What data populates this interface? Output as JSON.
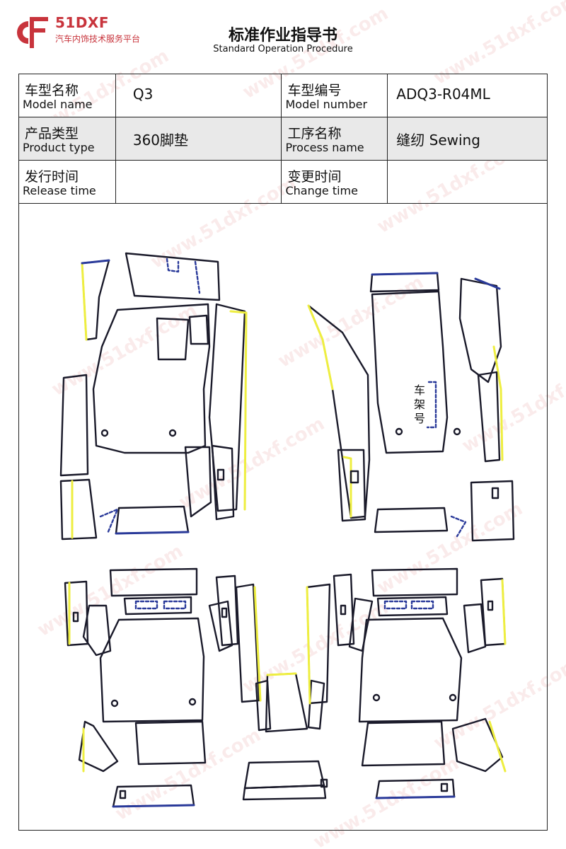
{
  "header": {
    "brand": "51DXF",
    "tagline": "汽车内饰技术服务平台",
    "title": "标准作业指导书",
    "subtitle": "Standard Operation Procedure"
  },
  "info": {
    "model_name_cn": "车型名称",
    "model_name_en": "Model name",
    "model_name_value": "Q3",
    "model_number_cn": "车型编号",
    "model_number_en": "Model number",
    "model_number_value": "ADQ3-R04ML",
    "product_type_cn": "产品类型",
    "product_type_en": "Product type",
    "product_type_value": "360脚垫",
    "process_name_cn": "工序名称",
    "process_name_en": "Process name",
    "process_name_value": "缝纫 Sewing",
    "release_time_cn": "发行时间",
    "release_time_en": "Release time",
    "release_time_value": "",
    "change_time_cn": "变更时间",
    "change_time_en": "Change time",
    "change_time_value": ""
  },
  "diagram": {
    "frame_number_label": "车架号"
  },
  "watermark": "www.51dxf.com",
  "colors": {
    "brand_red": "#c8343c",
    "outline": "#1a1a2a",
    "edge_yellow": "#eeee40",
    "edge_blue": "#2a3a9a"
  }
}
